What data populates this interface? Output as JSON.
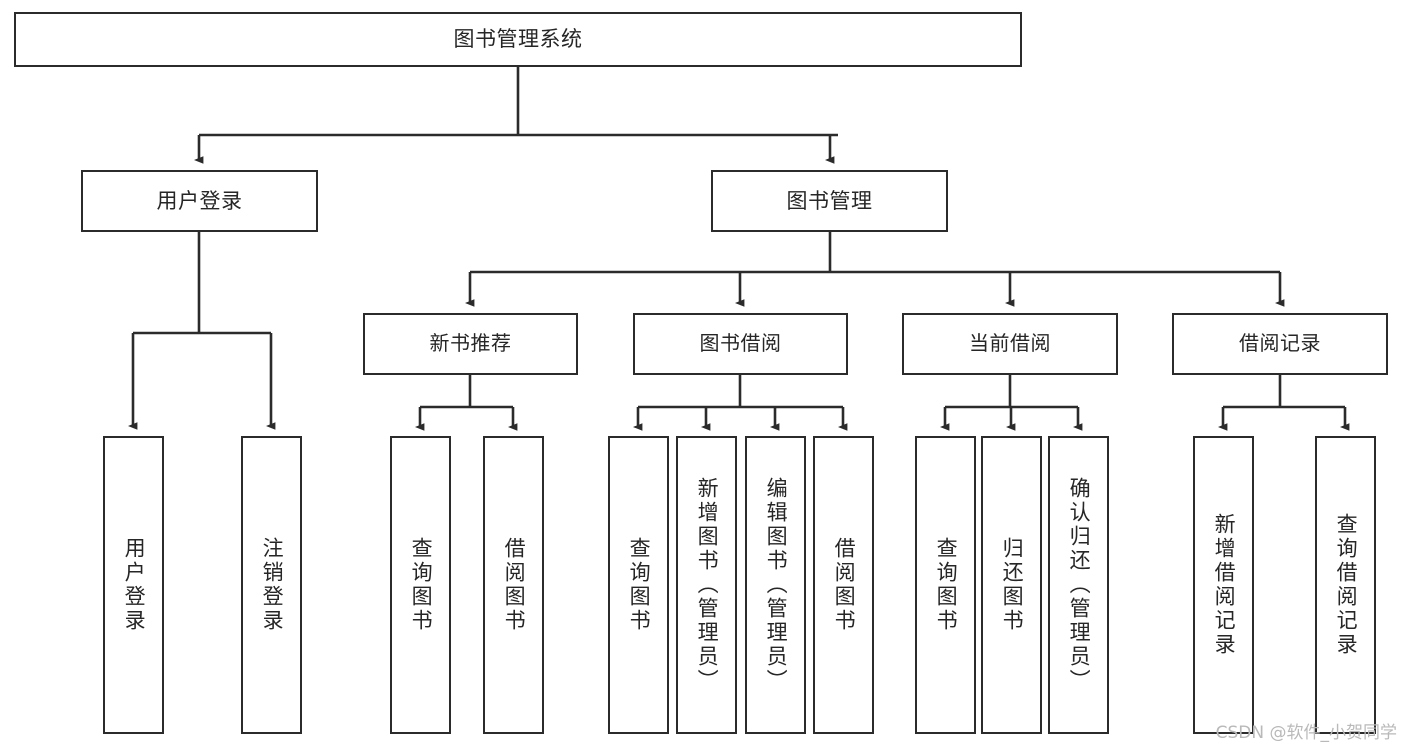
{
  "diagram": {
    "title": "图书管理系统",
    "type": "tree-hierarchy-chart",
    "watermark": "CSDN @软件_小贺同学",
    "colors": {
      "background": "#ffffff",
      "node_border": "#2b2b2b",
      "node_fill": "#ffffff",
      "edge": "#2b2b2b",
      "text": "#262626",
      "watermark": "#b9b9b9"
    },
    "root": {
      "label": "图书管理系统"
    },
    "level2": [
      {
        "id": "user-login",
        "label": "用户登录"
      },
      {
        "id": "book-management",
        "label": "图书管理"
      }
    ],
    "level3": [
      {
        "id": "new-book-recommend",
        "label": "新书推荐"
      },
      {
        "id": "book-borrow",
        "label": "图书借阅"
      },
      {
        "id": "current-borrow",
        "label": "当前借阅"
      },
      {
        "id": "borrow-record",
        "label": "借阅记录"
      }
    ],
    "leaves": {
      "user_login": [
        {
          "id": "leaf-user-login",
          "label": "用户登录"
        },
        {
          "id": "leaf-logout-login",
          "label": "注销登录"
        }
      ],
      "new_book_recommend": [
        {
          "id": "leaf-query-book-1",
          "label": "查询图书"
        },
        {
          "id": "leaf-borrow-book-1",
          "label": "借阅图书"
        }
      ],
      "book_borrow": [
        {
          "id": "leaf-query-book-2",
          "label": "查询图书"
        },
        {
          "id": "leaf-add-book-admin",
          "label": "新增图书（管理员）"
        },
        {
          "id": "leaf-edit-book-admin",
          "label": "编辑图书（管理员）"
        },
        {
          "id": "leaf-borrow-book-2",
          "label": "借阅图书"
        }
      ],
      "current_borrow": [
        {
          "id": "leaf-query-book-3",
          "label": "查询图书"
        },
        {
          "id": "leaf-return-book",
          "label": "归还图书"
        },
        {
          "id": "leaf-confirm-return-admin",
          "label": "确认归还（管理员）"
        }
      ],
      "borrow_record": [
        {
          "id": "leaf-add-borrow-record",
          "label": "新增借阅记录"
        },
        {
          "id": "leaf-query-borrow-record",
          "label": "查询借阅记录"
        }
      ]
    }
  }
}
